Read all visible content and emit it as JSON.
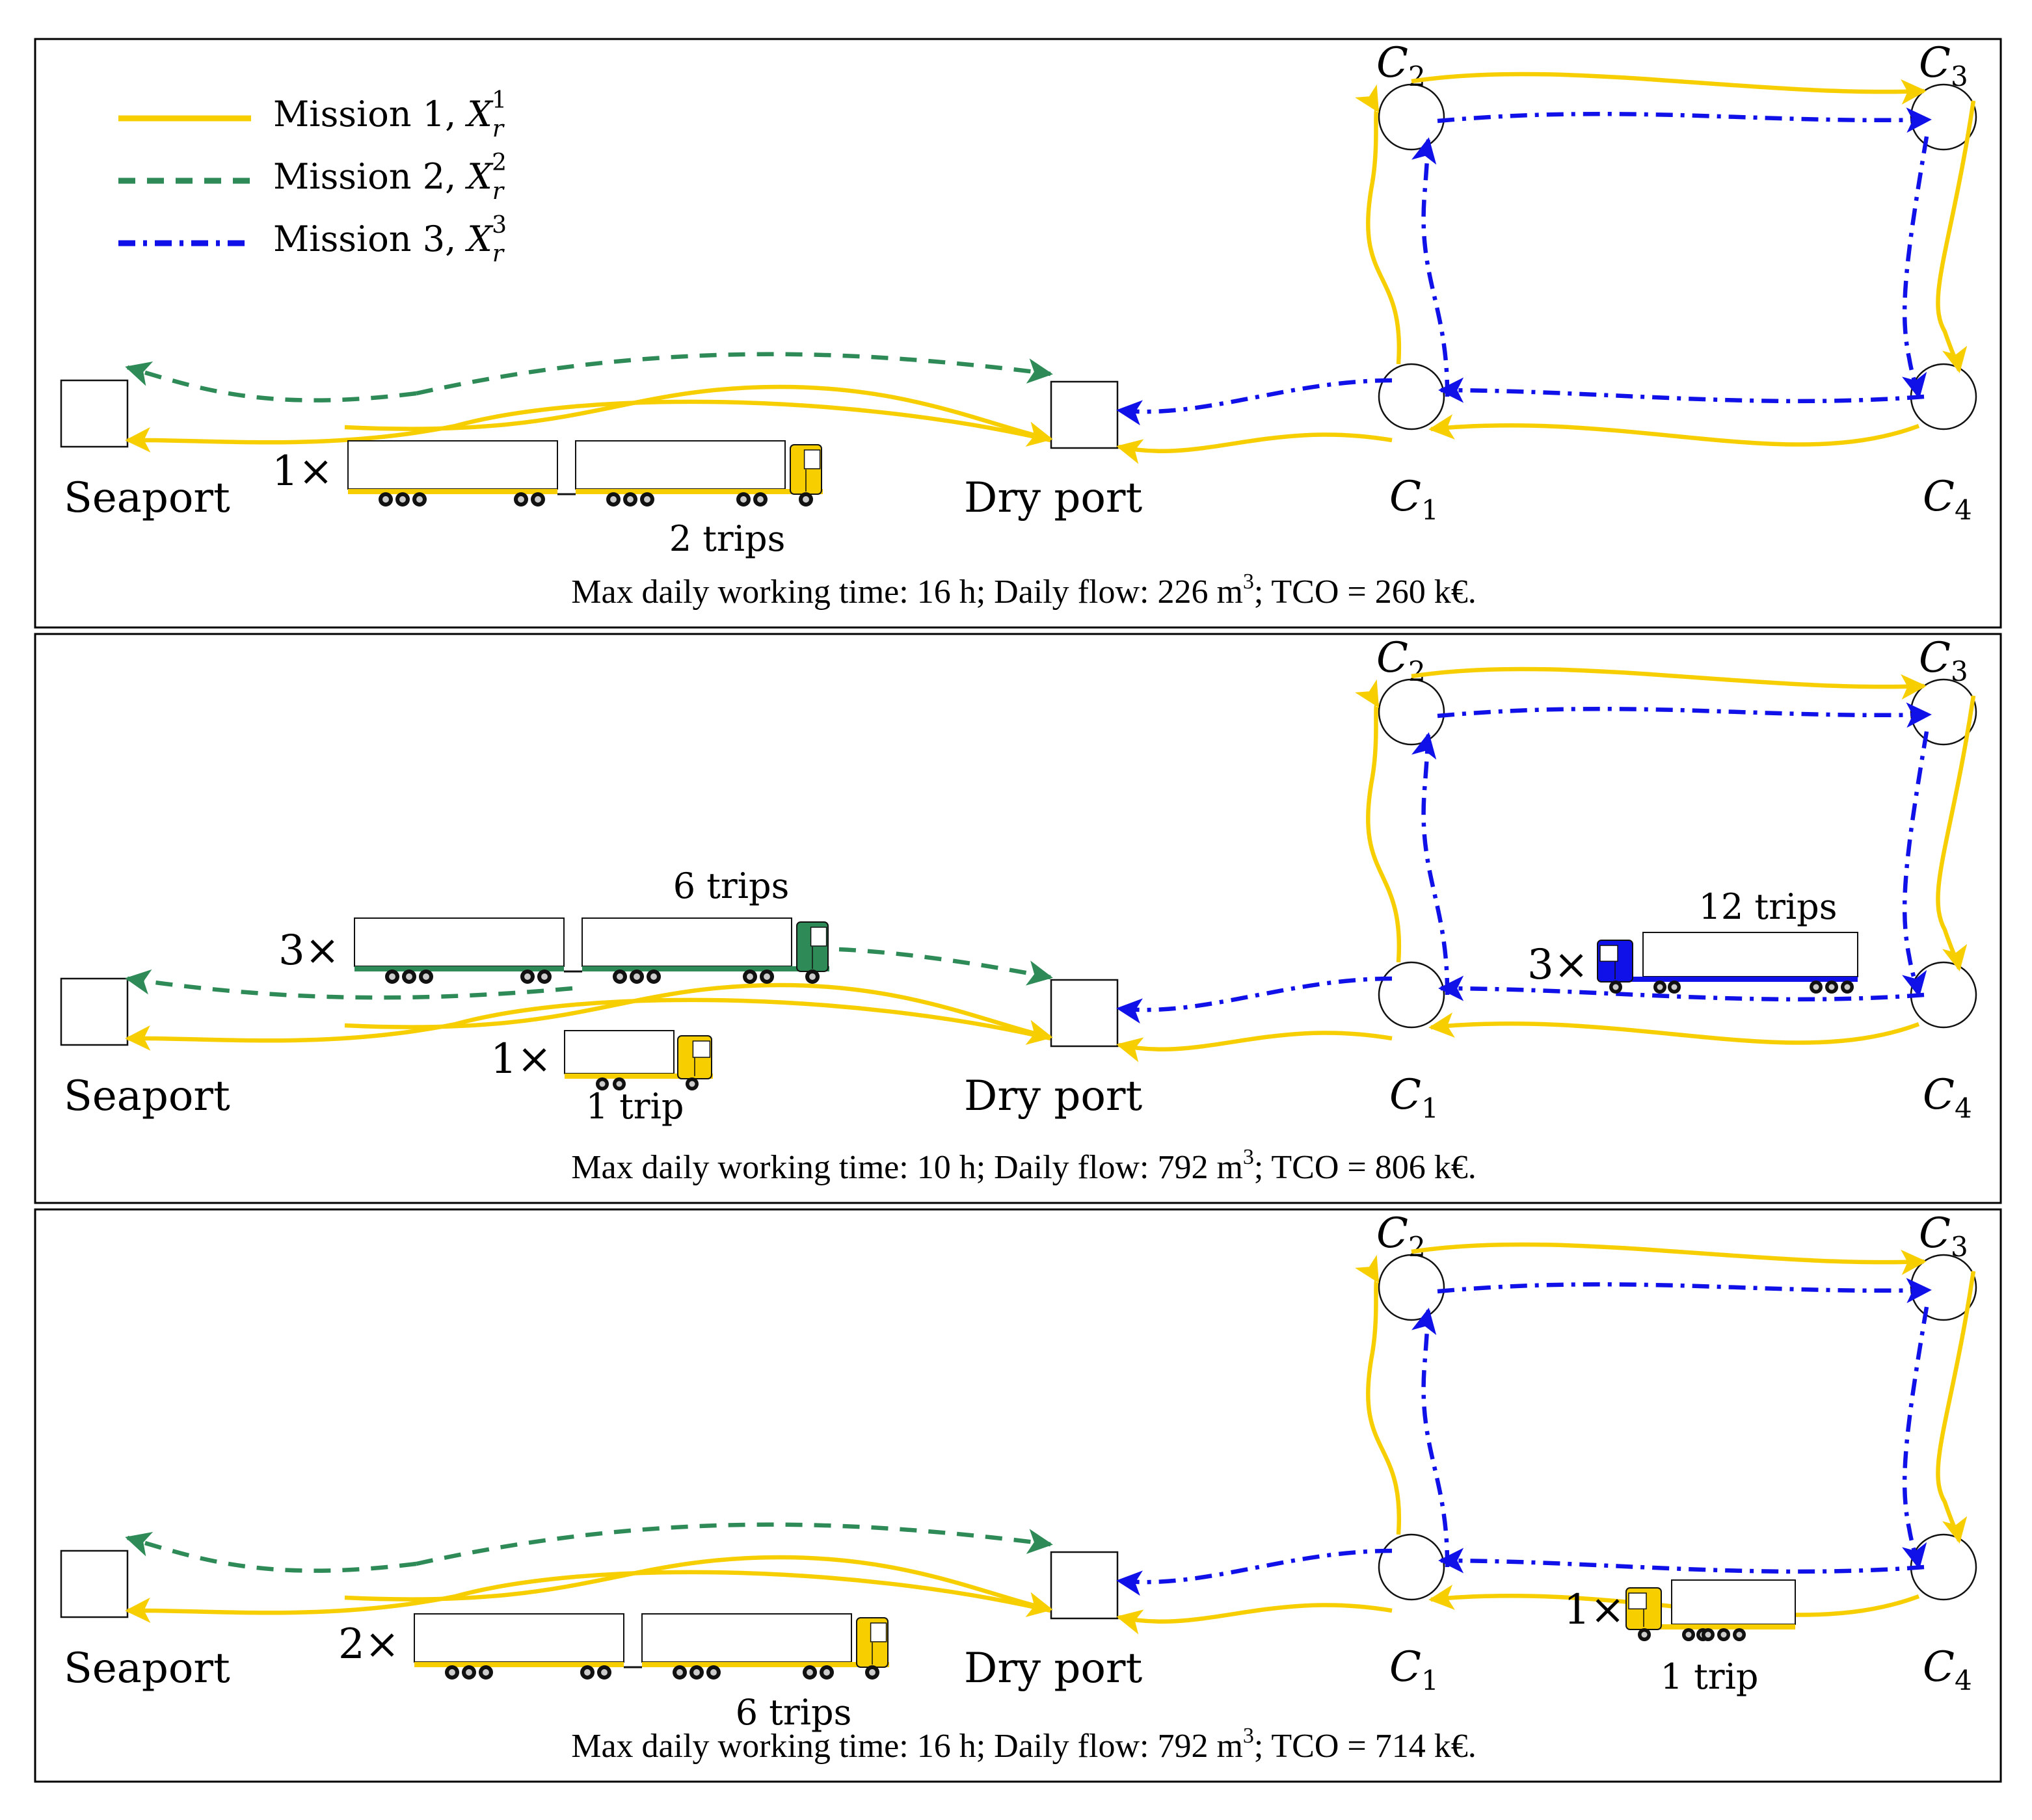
{
  "legend": [
    {
      "label": "Mission 1, ",
      "var": "X",
      "sub": "r",
      "sup": "1",
      "color": "#F7CE00",
      "style": "solid"
    },
    {
      "label": "Mission 2, ",
      "var": "X",
      "sub": "r",
      "sup": "2",
      "color": "#2E8B57",
      "style": "dashed"
    },
    {
      "label": "Mission 3, ",
      "var": "X",
      "sub": "r",
      "sup": "3",
      "color": "#1010E8",
      "style": "dashdot"
    }
  ],
  "colors": {
    "mission1": "#F7CE00",
    "mission2": "#2E8B57",
    "mission3": "#1010E8",
    "frame": "#000000",
    "truck_body": "#ffffff"
  },
  "nodes": {
    "seaport": "Seaport",
    "dry_port": "Dry port",
    "customers": [
      {
        "letter": "C",
        "sub": "1"
      },
      {
        "letter": "C",
        "sub": "2"
      },
      {
        "letter": "C",
        "sub": "3"
      },
      {
        "letter": "C",
        "sub": "4"
      }
    ]
  },
  "panels": [
    {
      "caption_pre": "Max daily working time: 16 h; Daily flow: 226 m",
      "caption_sup": "3",
      "caption_post": "; TCO = 260 k€.",
      "vehicles": [
        {
          "count": "1×",
          "trips": "2 trips",
          "type": "long-combination",
          "color": "#F7CE00"
        }
      ]
    },
    {
      "caption_pre": "Max daily working time: 10 h; Daily flow: 792 m",
      "caption_sup": "3",
      "caption_post": "; TCO = 806 k€.",
      "vehicles": [
        {
          "count": "3×",
          "trips": "6 trips",
          "type": "long-combination",
          "color": "#2E8B57"
        },
        {
          "count": "1×",
          "trips": "1 trip",
          "type": "rigid-truck",
          "color": "#F7CE00"
        },
        {
          "count": "3×",
          "trips": "12 trips",
          "type": "semi-trailer",
          "color": "#1010E8"
        }
      ]
    },
    {
      "caption_pre": "Max daily working time: 16 h; Daily flow: 792 m",
      "caption_sup": "3",
      "caption_post": "; TCO = 714 k€.",
      "vehicles": [
        {
          "count": "2×",
          "trips": "6 trips",
          "type": "long-combination",
          "color": "#F7CE00"
        },
        {
          "count": "1×",
          "trips": "1 trip",
          "type": "semi-trailer",
          "color": "#F7CE00"
        }
      ]
    }
  ]
}
